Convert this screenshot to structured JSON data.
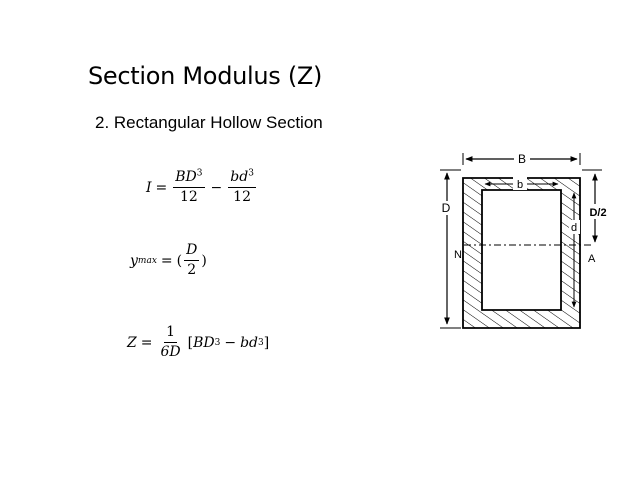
{
  "slide": {
    "title": "Section Modulus (Z)",
    "subtitle": "2. Rectangular Hollow Section"
  },
  "equations": {
    "eq1": {
      "lhs": "I",
      "op": "=",
      "t1_num": "BD",
      "t1_exp": "3",
      "t1_den": "12",
      "minus": "−",
      "t2_num": "bd",
      "t2_exp": "3",
      "t2_den": "12"
    },
    "eq2": {
      "lhs": "y",
      "lhs_sub": "max",
      "op": "=",
      "open": "(",
      "num": "D",
      "den": "2",
      "close": ")"
    },
    "eq3": {
      "lhs": "Z",
      "op": "=",
      "num": "1",
      "den": "6D",
      "open": "[",
      "a": "BD",
      "a_exp": "3",
      "minus": "−",
      "b": "bd",
      "b_exp": "3",
      "close": "]"
    }
  },
  "diagram": {
    "label_B": "B",
    "label_b": "b",
    "label_D": "D",
    "label_d": "d",
    "label_D2": "D/2",
    "label_N": "N",
    "label_A": "A"
  }
}
